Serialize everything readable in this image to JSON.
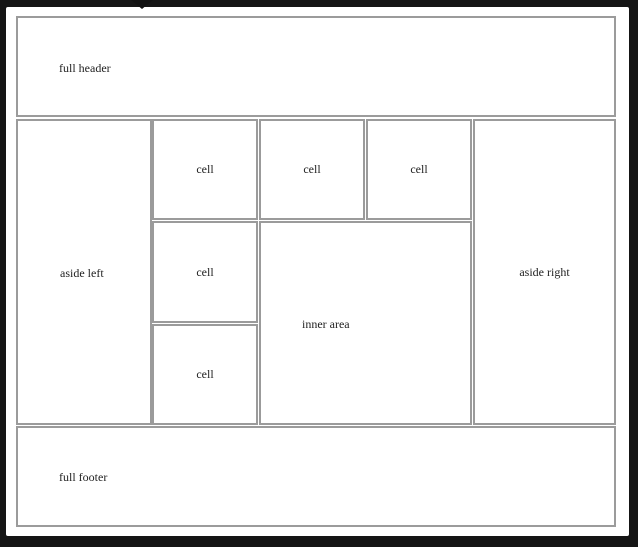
{
  "header": {
    "label": "full header"
  },
  "aside_left": {
    "label": "aside left"
  },
  "aside_right": {
    "label": "aside right"
  },
  "cells": [
    {
      "label": "cell"
    },
    {
      "label": "cell"
    },
    {
      "label": "cell"
    },
    {
      "label": "cell"
    },
    {
      "label": "cell"
    }
  ],
  "inner": {
    "label": "inner area"
  },
  "footer": {
    "label": "full footer"
  }
}
